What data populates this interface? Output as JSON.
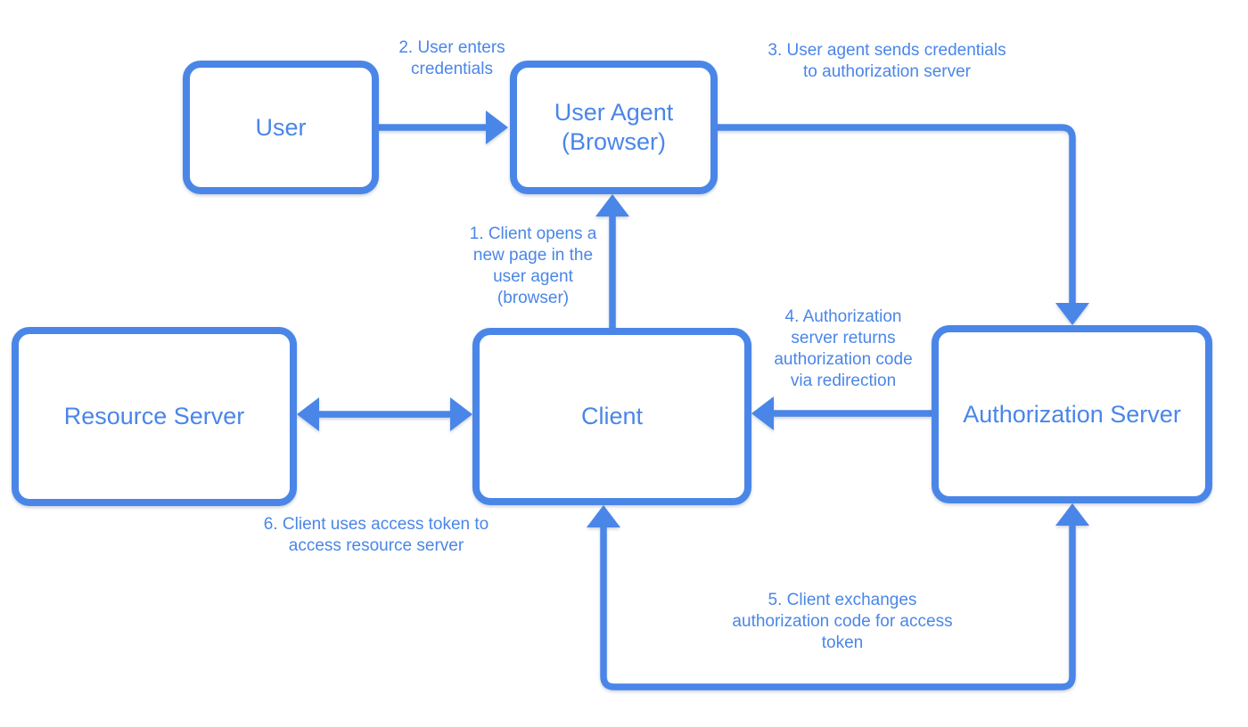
{
  "colors": {
    "accent": "#4a86e8",
    "background": "#ffffff"
  },
  "nodes": [
    {
      "id": "user",
      "label": "User"
    },
    {
      "id": "user-agent",
      "label": "User Agent\n(Browser)"
    },
    {
      "id": "resource-server",
      "label": "Resource Server"
    },
    {
      "id": "client",
      "label": "Client"
    },
    {
      "id": "authorization-server",
      "label": "Authorization Server"
    }
  ],
  "edges": [
    {
      "number": 1,
      "label": "1. Client opens a\nnew page in the\nuser agent\n(browser)",
      "from": "Client",
      "to": "User Agent (Browser)",
      "bidirectional": false
    },
    {
      "number": 2,
      "label": "2. User enters\ncredentials",
      "from": "User",
      "to": "User Agent (Browser)",
      "bidirectional": false
    },
    {
      "number": 3,
      "label": "3. User agent sends credentials\nto authorization server",
      "from": "User Agent (Browser)",
      "to": "Authorization Server",
      "bidirectional": false
    },
    {
      "number": 4,
      "label": "4. Authorization\nserver returns\nauthorization code\nvia redirection",
      "from": "Authorization Server",
      "to": "Client",
      "bidirectional": false
    },
    {
      "number": 5,
      "label": "5. Client exchanges\nauthorization code for access\ntoken",
      "from": "Client",
      "to": "Authorization Server",
      "bidirectional": true
    },
    {
      "number": 6,
      "label": "6. Client uses access token to\naccess resource server",
      "from": "Client",
      "to": "Resource Server",
      "bidirectional": true
    }
  ]
}
